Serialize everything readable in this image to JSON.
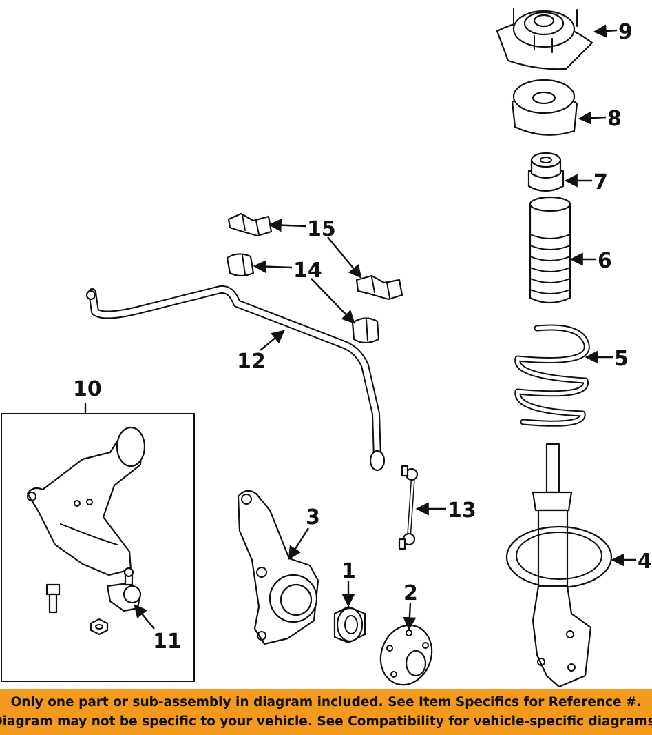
{
  "callouts": [
    {
      "id": "1",
      "label": "1"
    },
    {
      "id": "2",
      "label": "2"
    },
    {
      "id": "3",
      "label": "3"
    },
    {
      "id": "4",
      "label": "4"
    },
    {
      "id": "5",
      "label": "5"
    },
    {
      "id": "6",
      "label": "6"
    },
    {
      "id": "7",
      "label": "7"
    },
    {
      "id": "8",
      "label": "8"
    },
    {
      "id": "9",
      "label": "9"
    },
    {
      "id": "10",
      "label": "10"
    },
    {
      "id": "11",
      "label": "11"
    },
    {
      "id": "12",
      "label": "12"
    },
    {
      "id": "13",
      "label": "13"
    },
    {
      "id": "14",
      "label": "14"
    },
    {
      "id": "15",
      "label": "15"
    }
  ],
  "banner": {
    "line1": "Only one part or sub-assembly in diagram included. See Item Specifics for Reference #.",
    "line2": "Diagram may not be specific to your vehicle. See Compatibility for vehicle-specific diagrams.",
    "color": "#f39a1e"
  }
}
